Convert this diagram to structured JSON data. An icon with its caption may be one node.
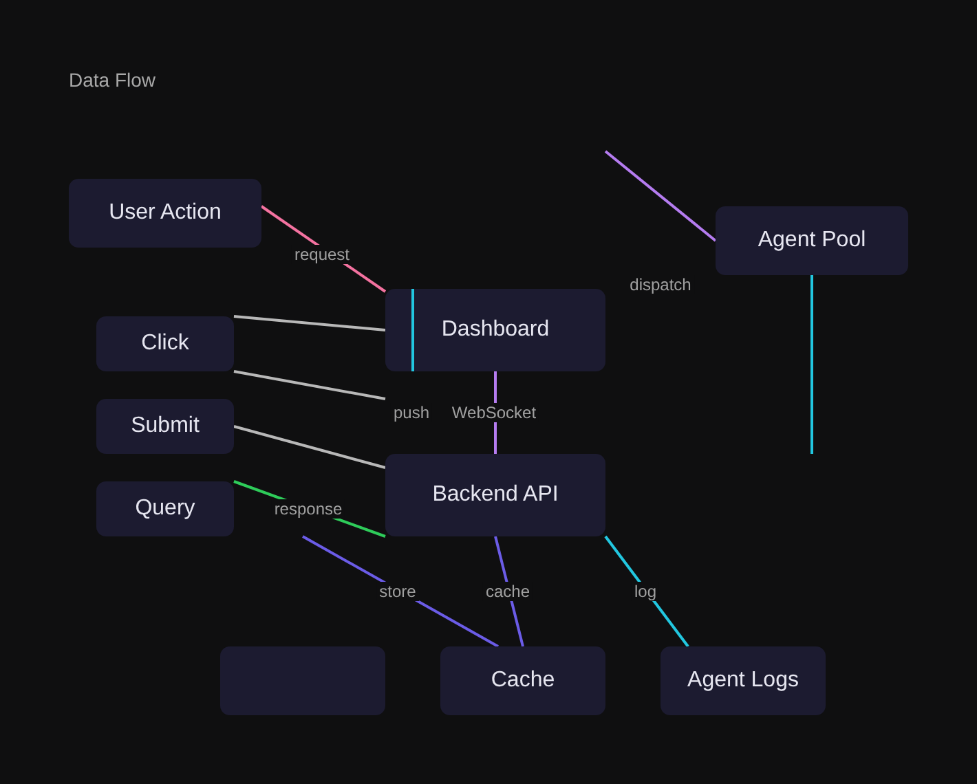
{
  "diagram": {
    "title": "Data Flow",
    "nodes": [
      {
        "text": [
          "User Action"
        ]
      },
      {
        "text": [
          "Agent Pool"
        ]
      },
      {
        "text": [
          "Dashboard"
        ]
      },
      {
        "text": [
          "Click"
        ]
      },
      {
        "text": [
          "Submit"
        ]
      },
      {
        "text": [
          "Backend API"
        ]
      },
      {
        "text": [
          "Query"
        ]
      },
      {
        "text": [],
        "shape": "box"
      },
      {
        "text": [
          "Cache"
        ]
      },
      {
        "text": [
          "Agent Logs"
        ]
      }
    ],
    "edges": [
      {
        "from": 0,
        "to": 2,
        "arrow": "none",
        "label": "request",
        "color": "#f472a0"
      },
      {
        "from": 3,
        "to": 2,
        "arrow": "none"
      },
      {
        "from": 3,
        "to": null,
        "arrow": "none",
        "label": "push"
      },
      {
        "from": 4,
        "to": 5,
        "arrow": "none"
      },
      {
        "from": 6,
        "to": 5,
        "arrow": "none",
        "label": "response",
        "color": "#2ecc5a"
      },
      {
        "from": 2,
        "to": 5,
        "arrow": "none",
        "label": "WebSocket",
        "color": "#b57cf0"
      },
      {
        "from": null,
        "to": 1,
        "arrow": "none",
        "label": "dispatch",
        "color": "#b57cf0"
      },
      {
        "from": 1,
        "to": null,
        "arrow": "none",
        "color": "#22c7e0"
      },
      {
        "from": null,
        "to": 8,
        "arrow": "none",
        "label": "store",
        "color": "#6b5ce7"
      },
      {
        "from": 5,
        "to": 8,
        "arrow": "none",
        "label": "cache",
        "color": "#6b5ce7"
      },
      {
        "from": 5,
        "to": 9,
        "arrow": "none",
        "label": "log",
        "color": "#22c7e0"
      }
    ]
  }
}
